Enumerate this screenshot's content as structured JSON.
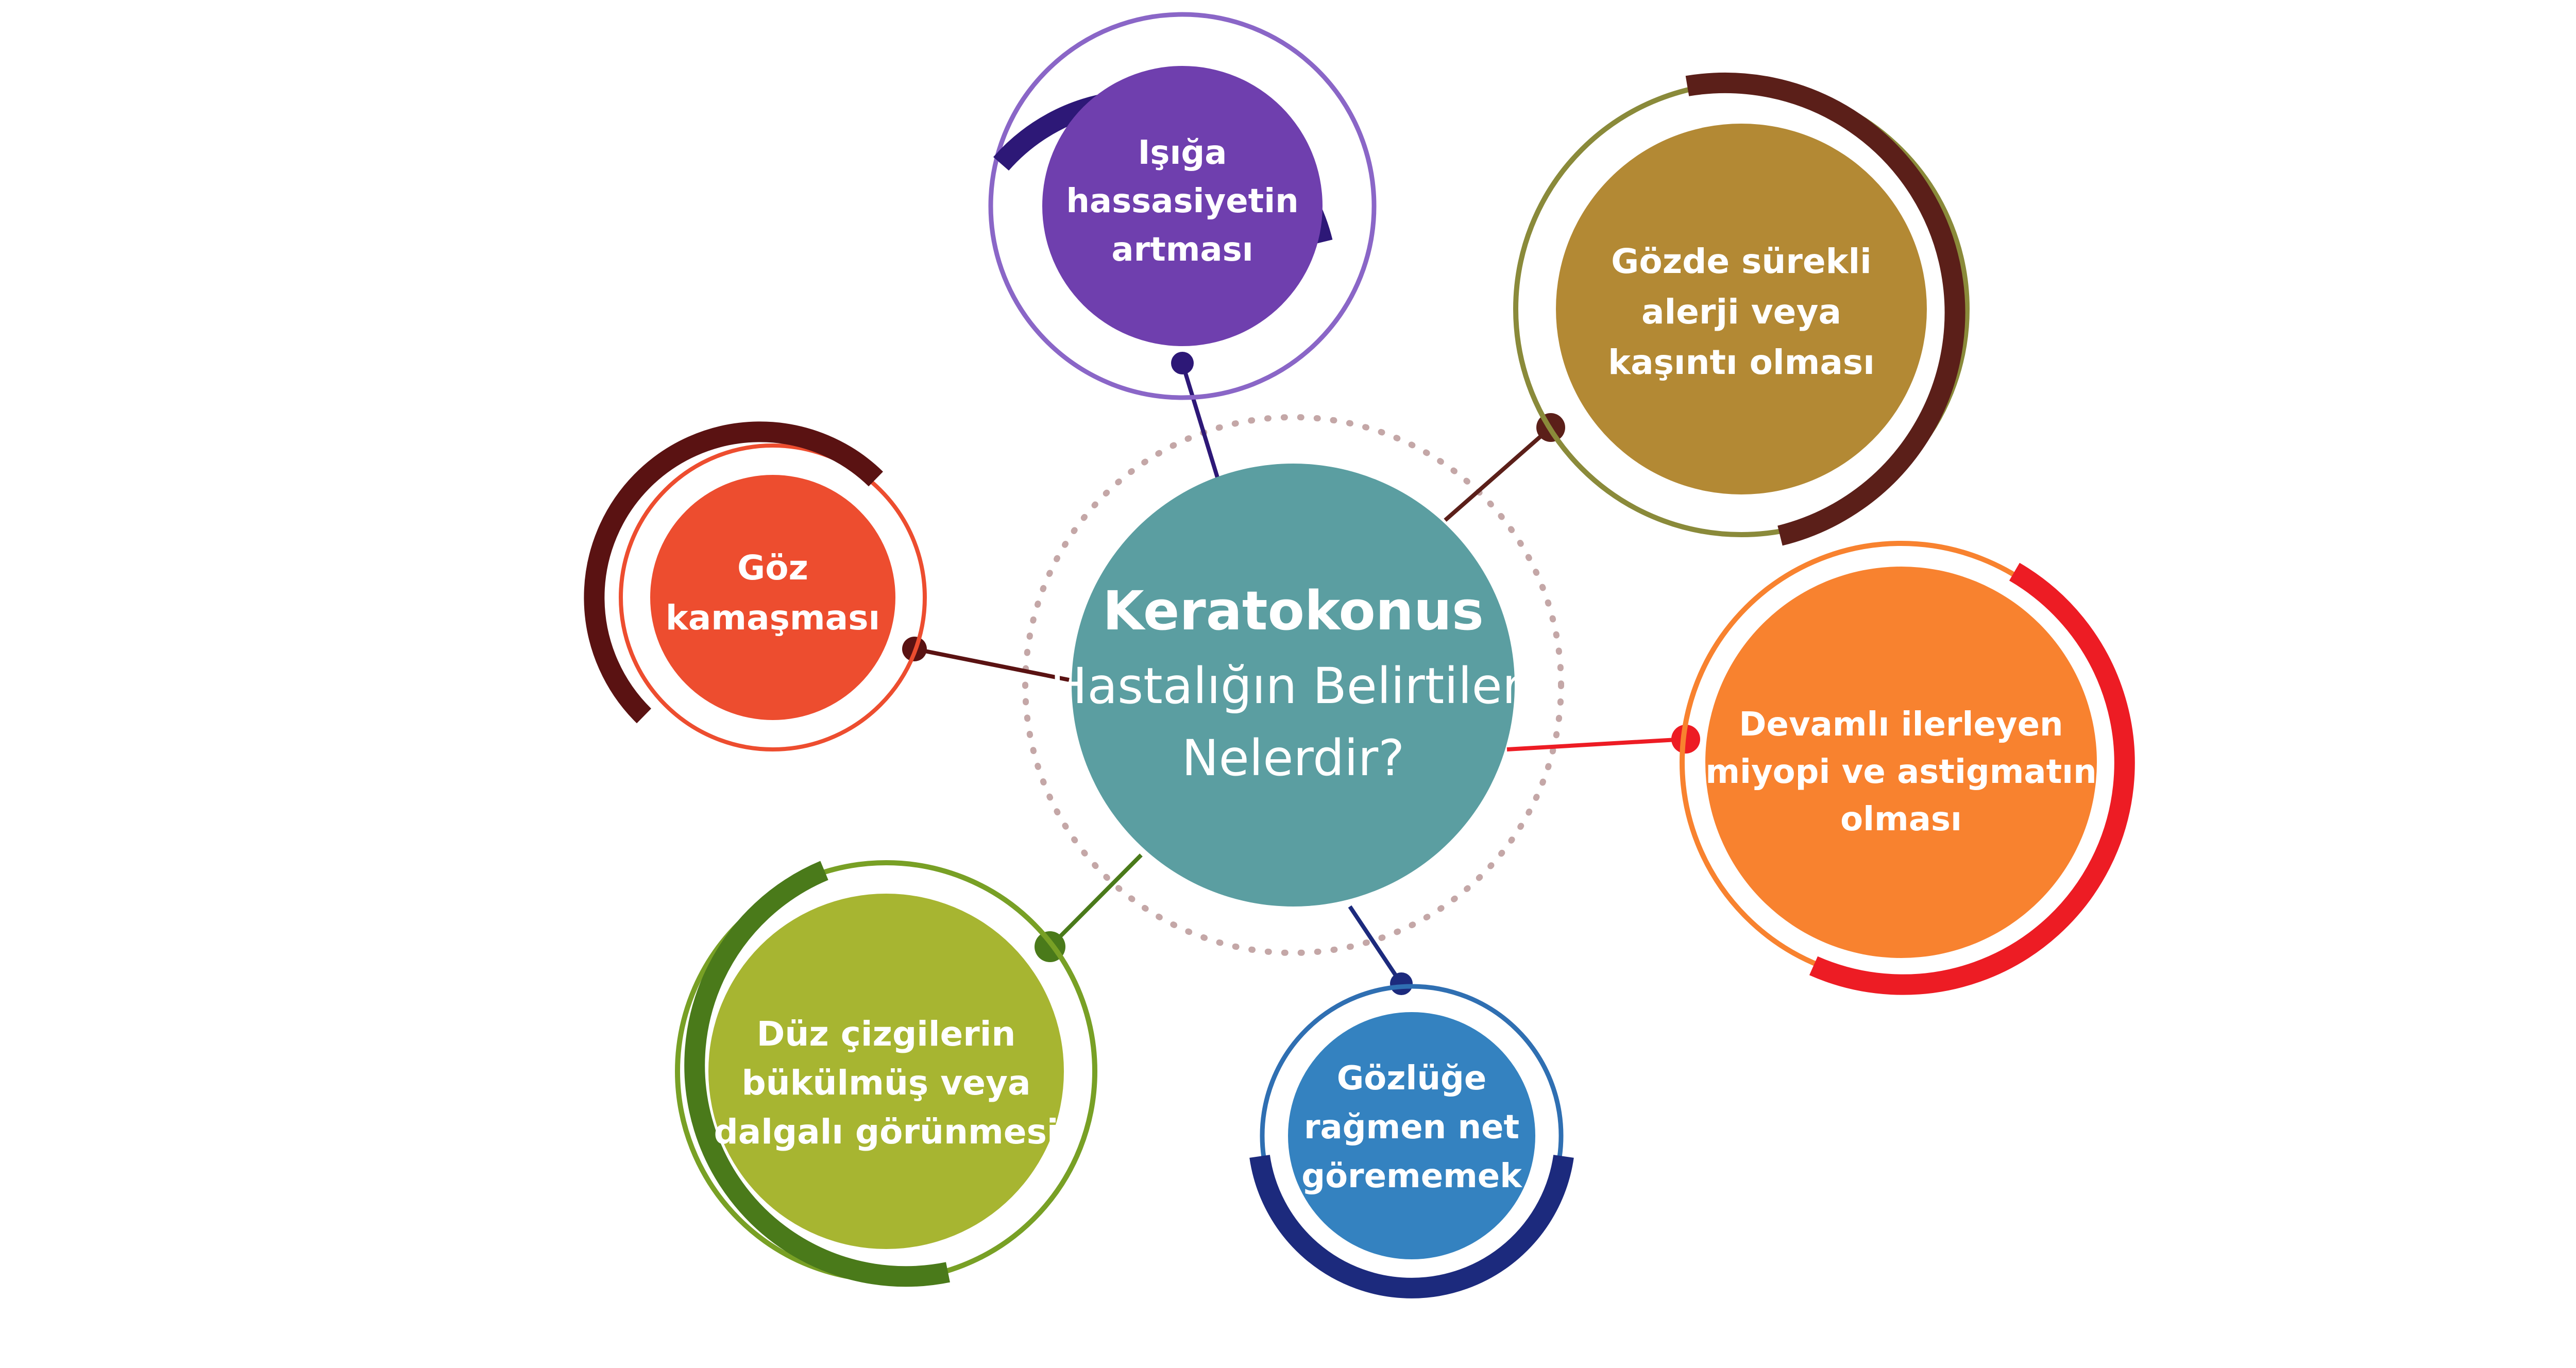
{
  "center": {
    "title": "Keratokonus",
    "subtitle_lines": [
      "Hastalığın Belirtileri",
      "Nelerdir?"
    ],
    "color": "#5b9ea1"
  },
  "nodes": [
    {
      "id": "light-sensitivity",
      "lines": [
        "Işığa",
        "hassasiyetin",
        "artması"
      ],
      "fill": "#6f3fae",
      "ring": "#8a66c7",
      "arc": "#2d1877"
    },
    {
      "id": "allergy-itching",
      "lines": [
        "Gözde sürekli",
        "alerji veya",
        "kaşıntı olması"
      ],
      "fill": "#b38934",
      "ring": "#8a8a3a",
      "arc": "#5b1f19"
    },
    {
      "id": "glare",
      "lines": [
        "Göz",
        "kamaşması"
      ],
      "fill": "#ed4d2f",
      "ring": "#ed4d2f",
      "arc": "#5a1212"
    },
    {
      "id": "myopia-astigmatism",
      "lines": [
        "Devamlı ilerleyen",
        "miyopi ve astigmatın",
        "olması"
      ],
      "fill": "#f8822f",
      "ring": "#f8822f",
      "arc": "#ed1c24"
    },
    {
      "id": "wavy-lines",
      "lines": [
        "Düz çizgilerin",
        "bükülmüş veya",
        "dalgalı görünmesi"
      ],
      "fill": "#a7b531",
      "ring": "#78a025",
      "arc": "#4a7a1a"
    },
    {
      "id": "poor-vision-glasses",
      "lines": [
        "Gözlüğe",
        "rağmen net",
        "görememek"
      ],
      "fill": "#3482c0",
      "ring": "#2f6fb2",
      "arc": "#1c2a7d"
    }
  ]
}
